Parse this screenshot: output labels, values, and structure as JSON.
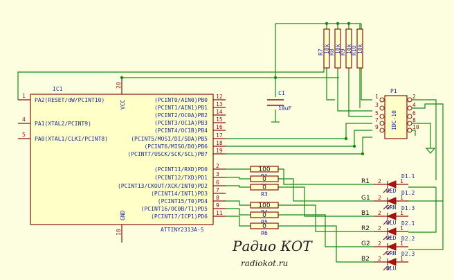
{
  "chip": {
    "ref": "IC1",
    "part": "ATTINY2313A-S",
    "vcc": "VCC",
    "gnd": "GND",
    "vcc_pin": "20",
    "gnd_pin": "10",
    "left_pins": [
      {
        "num": "1",
        "label": "PA2(RESET/dW/PCINT10)"
      },
      {
        "num": "4",
        "label": "PA1(XTAL2/PCINT9)"
      },
      {
        "num": "5",
        "label": "PA0(XTAL1/CLKI/PCINT8)"
      }
    ],
    "right_pins": [
      {
        "num": "12",
        "label": "(PCINT0/AIN0)PB0"
      },
      {
        "num": "13",
        "label": "(PCINT1/AIN1)PB1"
      },
      {
        "num": "14",
        "label": "(PCINT2/OC0A)PB2"
      },
      {
        "num": "15",
        "label": "(PCINT3/OC1A)PB3"
      },
      {
        "num": "16",
        "label": "(PCINT4/OC1B)PB4"
      },
      {
        "num": "17",
        "label": "(PCINT5/MOSI/DI/SDA)PB5"
      },
      {
        "num": "18",
        "label": "(PCINT6/MISO/DO)PB6"
      },
      {
        "num": "19",
        "label": "(PCINT7/USCK/SCK/SCL)PB7"
      },
      {
        "num": "2",
        "label": "(PCINT11/RXD)PD0"
      },
      {
        "num": "3",
        "label": "(PCINT12/TXD)PD1"
      },
      {
        "num": "6",
        "label": "(PCINT13/CKOUT/XCK/INT0)PD2"
      },
      {
        "num": "7",
        "label": "(PCINT14/INT1)PD3"
      },
      {
        "num": "8",
        "label": "(PCINT15/T0)PD4"
      },
      {
        "num": "9",
        "label": "(PCINT16/OC0B/T1)PD5"
      },
      {
        "num": "11",
        "label": "(PCINT17/ICP1)PD6"
      }
    ]
  },
  "top_resistors": [
    {
      "ref": "R7",
      "value": "10k"
    },
    {
      "ref": "R8",
      "value": "10k"
    },
    {
      "ref": "R9",
      "value": "10k"
    },
    {
      "ref": "R10",
      "value": "10k"
    }
  ],
  "capacitor": {
    "ref": "C1",
    "value": "10uF"
  },
  "connector": {
    "ref": "P1",
    "part": "IDC-10",
    "left_pins": [
      "1",
      "3",
      "5",
      "7",
      "9"
    ],
    "right_pins": [
      "2",
      "4",
      "6",
      "8",
      "10"
    ]
  },
  "series_resistors": [
    {
      "ref": "R1",
      "value": "100"
    },
    {
      "ref": "R2",
      "value": "0"
    },
    {
      "ref": "R3",
      "value": "0"
    },
    {
      "ref": "R4",
      "value": "100"
    },
    {
      "ref": "R5",
      "value": "0"
    },
    {
      "ref": "R6",
      "value": "0"
    }
  ],
  "net_labels": [
    "R1",
    "G1",
    "B1",
    "R2",
    "G2",
    "B2"
  ],
  "leds": [
    {
      "ref": "D1.1",
      "color": "RED"
    },
    {
      "ref": "D1.2",
      "color": "GRN"
    },
    {
      "ref": "D1.3",
      "color": "BLU"
    },
    {
      "ref": "D2.1",
      "color": "RED"
    },
    {
      "ref": "D2.2",
      "color": "GRN"
    },
    {
      "ref": "D2.3",
      "color": "BLU"
    }
  ],
  "led_pin_a": "2",
  "led_pin_k": "1",
  "logo": {
    "title": "Радио КОТ",
    "url": "radiokot.ru"
  }
}
